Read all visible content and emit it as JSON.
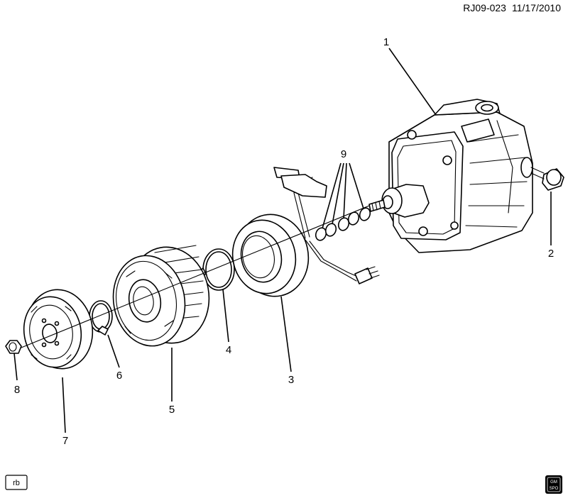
{
  "header": {
    "drawing_id": "RJ09-023",
    "date": "11/17/2010"
  },
  "callouts": {
    "c1": "1",
    "c2": "2",
    "c3": "3",
    "c4": "4",
    "c5": "5",
    "c6": "6",
    "c7": "7",
    "c8": "8",
    "c9": "9"
  },
  "footer": {
    "tag_left": "rb",
    "logo_top": "GM",
    "logo_bottom": "SPO"
  }
}
